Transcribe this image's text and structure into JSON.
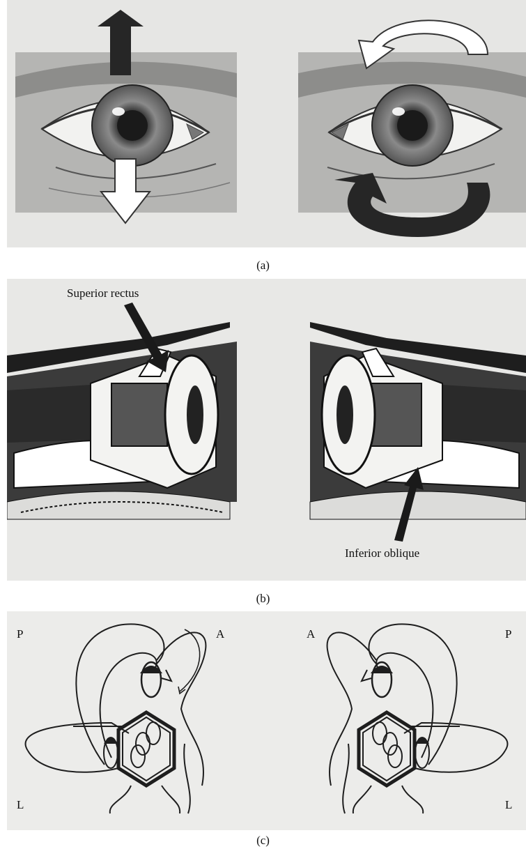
{
  "captions": {
    "a": "(a)",
    "b": "(b)",
    "c": "(c)"
  },
  "panel_b": {
    "superior_label": "Superior rectus",
    "inferior_label": "Inferior oblique"
  },
  "panel_c": {
    "left": {
      "top_left": "P",
      "top_right": "A",
      "bottom_left": "L"
    },
    "right": {
      "top_left": "A",
      "top_right": "P",
      "bottom_right": "L"
    }
  },
  "colors": {
    "background": "#e8e8e6",
    "ink": "#1e1e1e",
    "arrow_light": "#ffffff"
  }
}
